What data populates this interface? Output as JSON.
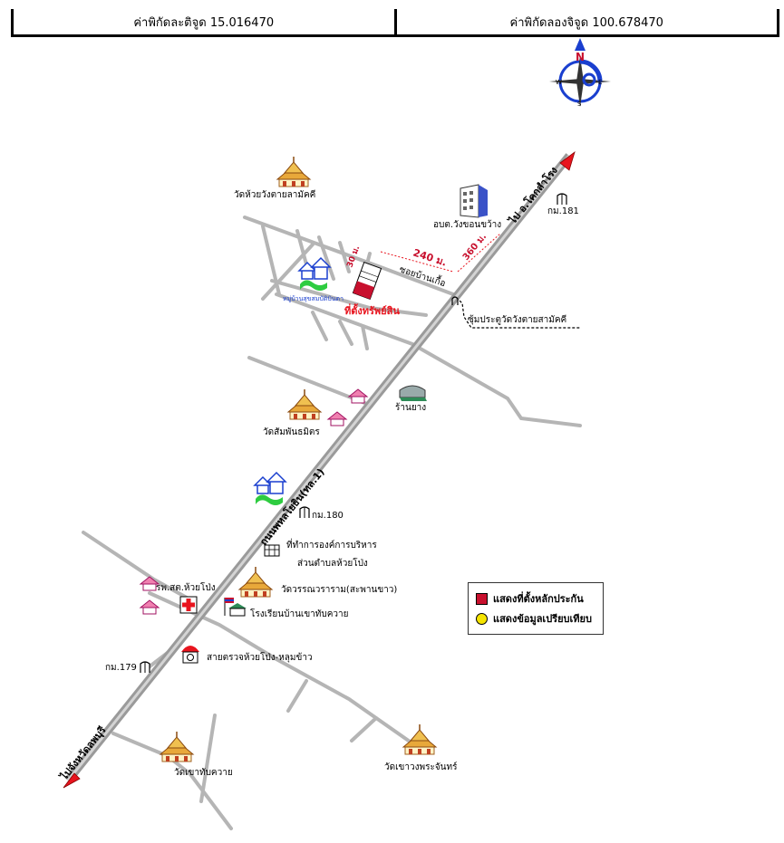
{
  "header": {
    "latitude_text": "ค่าพิกัดละติจูด 15.016470",
    "longitude_text": "ค่าพิกัดลองจิจูด 100.678470"
  },
  "compass": {
    "n": "N",
    "s": "S",
    "e": "E",
    "w": "W"
  },
  "roads": {
    "main_highway": "ถนนพหลโยธิน(ทล.1)",
    "to_north": "ไป อ.โคกสำโรง",
    "to_south": "ไปจังหวัดลพบุรี",
    "soi": "ซอยบ้านเกื้อ"
  },
  "distances": {
    "d240": "240 ม.",
    "d360": "360 ม.",
    "d30": "30 ม."
  },
  "subject": {
    "label": "ที่ตั้งทรัพย์สิน"
  },
  "places": {
    "wat_huai_wang": "วัดห้วยวังตายลามัคคี",
    "obt": "อบต.วังขอนขว้าง",
    "km181": "กม.181",
    "village_top": "หมู่บ้านสุขสมบัติบินตา",
    "arch": "ซุ้มประตูวัดวังตายสามัคคี",
    "shop": "ร้านยาง",
    "wat_sampan": "วัดสัมพันธมิตร",
    "km180": "กม.180",
    "sao_office_1": "ที่ทำการองค์การบริหาร",
    "sao_office_2": "ส่วนตำบลห้วยโป่ง",
    "hospital": "รพ.สต.ห้วยโป่ง",
    "wat_wanna": "วัดวรรณวราราม(สะพานขาว)",
    "school": "โรงเรียนบ้านเขาทับควาย",
    "checkpoint": "สายตรวจห้วยโป่ง-หลุมข้าว",
    "km179": "กม.179",
    "wat_khao_thap": "วัดเขาทับควาย",
    "wat_khao_wong": "วัดเขาวงพระจันทร์"
  },
  "legend": {
    "subject_marker": "แสดงที่ตั้งหลักประกัน",
    "comparable_marker": "แสดงข้อมูลเปรียบเทียบ"
  },
  "colors": {
    "road": "#b5b5b5",
    "highway": "#a6a6a6",
    "subject": "#c8102e",
    "arrow": "#e8141e",
    "compass_blue": "#1a3fcf"
  }
}
